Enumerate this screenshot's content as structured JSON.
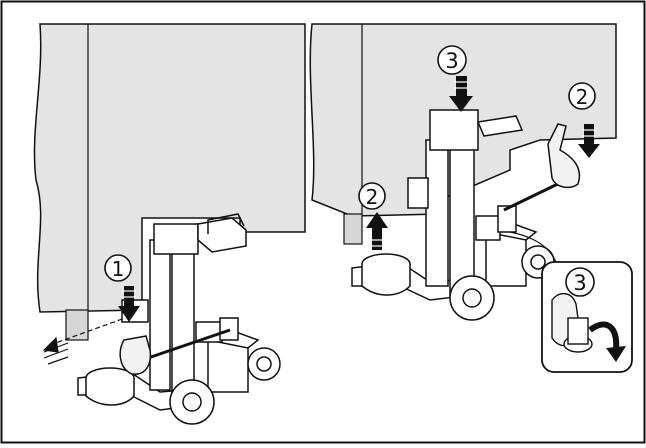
{
  "steps": {
    "left_step": "1",
    "right_top_step": "3",
    "right_side_step": "2",
    "right_handle_step": "2",
    "inset_step": "3"
  },
  "colors": {
    "cabinet": "#e4e4e4",
    "line": "#111111",
    "background": "#ffffff"
  },
  "icons": {
    "step_markers": "circled-number",
    "direction": "arrow"
  }
}
